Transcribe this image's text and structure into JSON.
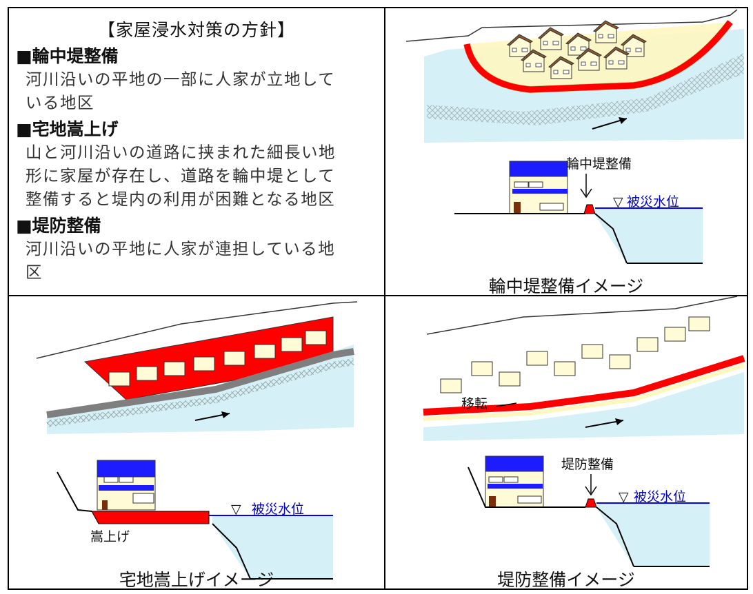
{
  "policy": {
    "title": "【家屋浸水対策の方針】",
    "items": [
      {
        "head": "■輪中堤整備",
        "desc": [
          "河川沿いの平地の一部に人家が立地して",
          "いる地区"
        ]
      },
      {
        "head": "■宅地嵩上げ",
        "desc": [
          "山と河川沿いの道路に挟まれた細長い地",
          "形に家屋が存在し、道路を輪中堤として",
          "整備すると堤内の利用が困難となる地区"
        ]
      },
      {
        "head": "■堤防整備",
        "desc": [
          "河川沿いの平地に人家が連担している地",
          "区"
        ]
      }
    ]
  },
  "panels": {
    "ring": {
      "caption": "輪中堤整備イメージ",
      "structure_label": "輪中堤整備",
      "water_label": "被災水位"
    },
    "raise": {
      "caption": "宅地嵩上げイメージ",
      "raise_label": "嵩上げ",
      "water_label": "被災水位"
    },
    "levee": {
      "caption": "堤防整備イメージ",
      "structure_label": "堤防整備",
      "relocate_label": "移転",
      "water_label": "被災水位"
    }
  },
  "colors": {
    "structure": "#ff0000",
    "water": "#d6f0f8",
    "water_line": "#0000ff",
    "house_roof": "#1c1cff",
    "house_wall": "#fffbd6"
  }
}
